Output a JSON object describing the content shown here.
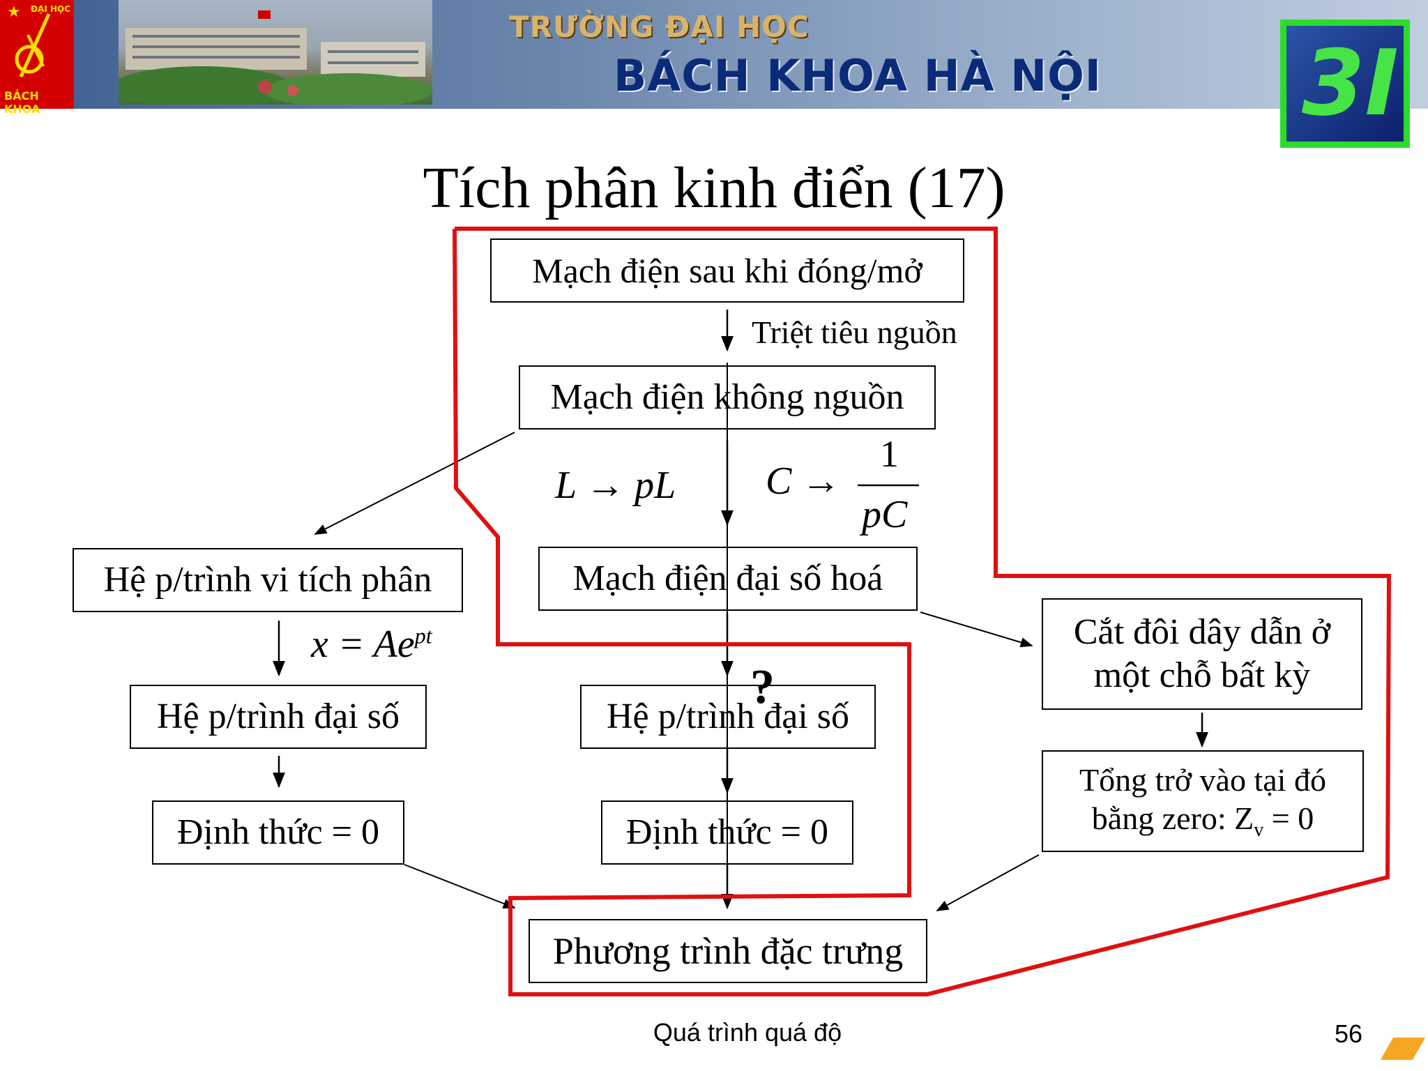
{
  "header": {
    "logo_top": "ĐẠI HỌC",
    "logo_bottom": "BÁCH KHOA",
    "school_line1": "TRƯỜNG ĐẠI HỌC",
    "school_line2": "BÁCH KHOA HÀ NỘI",
    "logo_right_text": "3I"
  },
  "title": "Tích phân kinh điển (17)",
  "diagram": {
    "circuit_after": "Mạch điện sau khi đóng/mở",
    "source_elimination": "Triệt tiêu nguồn",
    "sourceless_circuit": "Mạch điện không nguồn",
    "l_transform": "L → pL",
    "c_transform_lhs": "C →",
    "c_num": "1",
    "c_den": "pC",
    "algebraized_circuit": "Mạch điện đại số hoá",
    "integro_diff_system": "Hệ p/trình vi tích phân",
    "exp_lhs": "x = Ae",
    "exp_sup": "pt",
    "algebraic_system_left": "Hệ p/trình đại số",
    "determinant_left": "Định thức = 0",
    "algebraic_system_center": "Hệ p/trình đại số",
    "question_mark": "?",
    "determinant_center": "Định thức = 0",
    "cut_wire_line1": "Cắt đôi dây dẫn ở",
    "cut_wire_line2": "một chỗ bất kỳ",
    "impedance_line1": "Tổng trở vào tại đó",
    "impedance_line2": "bằng zero: Z",
    "impedance_sub": "v",
    "impedance_tail": " = 0",
    "characteristic_eq": "Phương trình đặc trưng"
  },
  "footer": {
    "caption": "Quá trình quá độ",
    "page": "56"
  },
  "colors": {
    "highlight_outline": "#e01010",
    "banner": "#6d88ae",
    "accent": "#f5a623"
  }
}
